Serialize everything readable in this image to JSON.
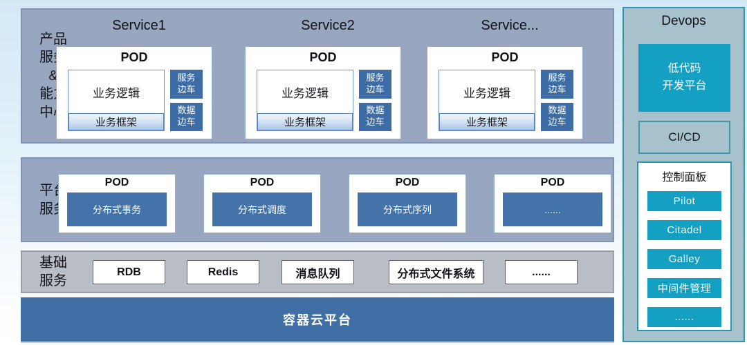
{
  "colors": {
    "section_bg": "#98a6c0",
    "section_border": "#7e92b6",
    "basic_row_bg": "#b9bdc5",
    "steel_blue": "#3f6fa5",
    "sidecar_blue": "#3e6ca4",
    "cyan_accent": "#14a0c2",
    "devops_panel_bg": "#a7c2cc",
    "devops_border": "#2e96ac",
    "card_border": "#8fadd6",
    "framework_gradient_bottom": "#a9c6e5"
  },
  "product_section": {
    "label_lines": [
      "产品",
      "服务",
      "&",
      "能力",
      "中心"
    ],
    "services": [
      {
        "title": "Service1",
        "pod": "POD",
        "logic": "业务逻辑",
        "framework": "业务框架",
        "sidecar1_l1": "服务",
        "sidecar1_l2": "边车",
        "sidecar2_l1": "数据",
        "sidecar2_l2": "边车"
      },
      {
        "title": "Service2",
        "pod": "POD",
        "logic": "业务逻辑",
        "framework": "业务框架",
        "sidecar1_l1": "服务",
        "sidecar1_l2": "边车",
        "sidecar2_l1": "数据",
        "sidecar2_l2": "边车"
      },
      {
        "title": "Service...",
        "pod": "POD",
        "logic": "业务逻辑",
        "framework": "业务框架",
        "sidecar1_l1": "服务",
        "sidecar1_l2": "边车",
        "sidecar2_l1": "数据",
        "sidecar2_l2": "边车"
      }
    ]
  },
  "platform_section": {
    "label_lines": [
      "平台",
      "服务"
    ],
    "pods": [
      {
        "pod": "POD",
        "service": "分布式事务"
      },
      {
        "pod": "POD",
        "service": "分布式调度"
      },
      {
        "pod": "POD",
        "service": "分布式序列"
      },
      {
        "pod": "POD",
        "service": "......"
      }
    ]
  },
  "basic_section": {
    "label_lines": [
      "基础",
      "服务"
    ],
    "items": [
      "RDB",
      "Redis",
      "消息队列",
      "分布式文件系统",
      "......"
    ]
  },
  "cloud_bar": {
    "label": "容器云平台"
  },
  "devops_panel": {
    "title": "Devops",
    "lowcode_l1": "低代码",
    "lowcode_l2": "开发平台",
    "cicd": "CI/CD",
    "control_panel": {
      "title": "控制面板",
      "buttons": [
        "Pilot",
        "Citadel",
        "Galley",
        "中间件管理",
        "......"
      ]
    }
  }
}
